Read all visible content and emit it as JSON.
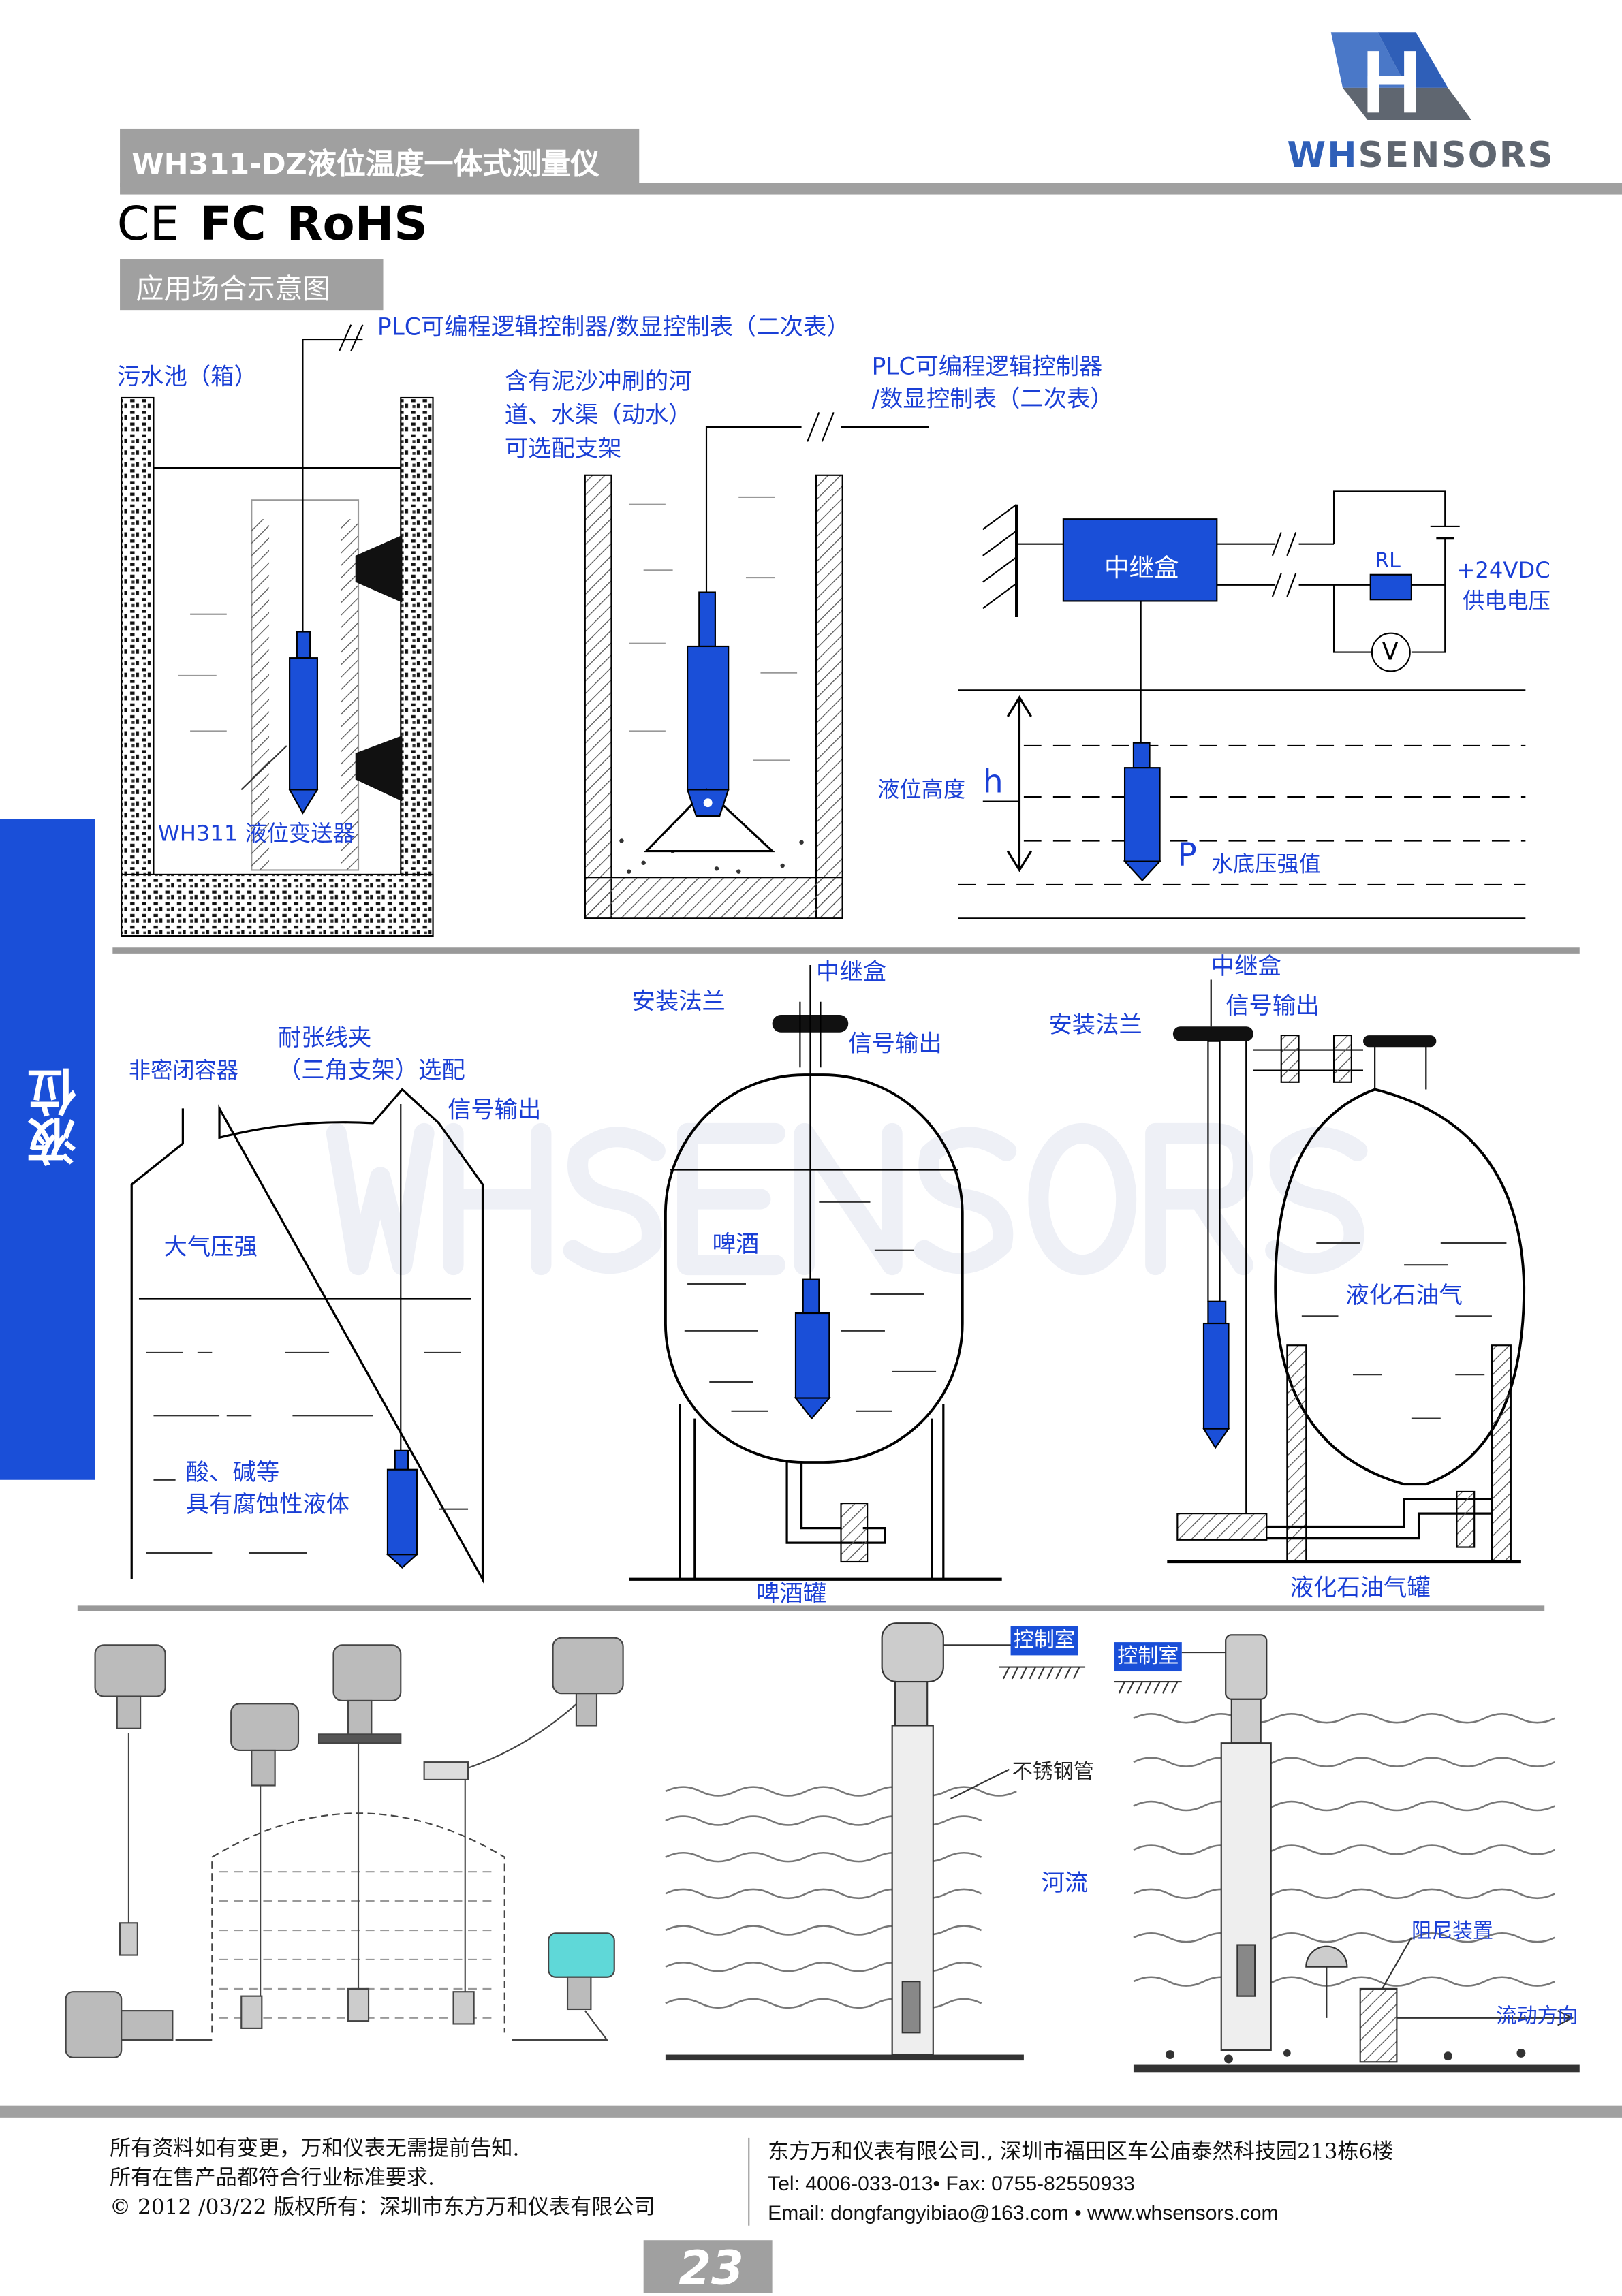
{
  "header": {
    "title": "WH311-DZ液位温度一体式测量仪",
    "logo_text_wh": "WH",
    "logo_text_sensors": "SENSORS",
    "certifications": [
      "CE",
      "FC",
      "RoHS"
    ],
    "section_title": "应用场合示意图"
  },
  "side_tab": {
    "label": "液位",
    "color": "#1a4fd8"
  },
  "watermark": "WHSENSORS",
  "diagram1": {
    "plc_label": "PLC可编程逻辑控制器/数显控制表（二次表）",
    "sewage_label": "污水池（箱）",
    "sensor_label": "WH311 液位变送器",
    "river_lines": [
      "含有泥沙冲刷的河",
      "道、水渠（动水）",
      "可选配支架"
    ],
    "plc2_lines": [
      "PLC可编程逻辑控制器",
      "/数显控制表（二次表）"
    ],
    "relay_box": "中继盒",
    "rl": "RL",
    "supply_voltage": "+24VDC",
    "supply_label": "供电电压",
    "voltmeter": "V",
    "level_height": "液位高度",
    "h": "h",
    "p": "P",
    "bottom_pressure": "水底压强值"
  },
  "diagram2": {
    "unsealed_container": "非密闭容器",
    "tension_clamp": "耐张线夹",
    "tripod_optional": "（三角支架）选配",
    "signal_output_1": "信号输出",
    "atmospheric_pressure": "大气压强",
    "corrosive_lines": [
      "酸、碱等",
      "具有腐蚀性液体"
    ],
    "flange_1": "安装法兰",
    "relay_box_1": "中继盒",
    "signal_output_2": "信号输出",
    "beer": "啤酒",
    "beer_tank": "啤酒罐",
    "relay_box_2": "中继盒",
    "signal_output_3": "信号输出",
    "flange_2": "安装法兰",
    "lpg": "液化石油气",
    "lpg_tank": "液化石油气罐"
  },
  "diagram3": {
    "control_room_1": "控制室",
    "control_room_2": "控制室",
    "stainless_pipe": "不锈钢管",
    "river": "河流",
    "damper": "阻尼装置",
    "flow_direction": "流动方向"
  },
  "footer": {
    "left_lines": [
      "所有资料如有变更，万和仪表无需提前告知.",
      "所有在售产品都符合行业标准要求.",
      "© 2012 /03/22  版权所有：深圳市东方万和仪表有限公司"
    ],
    "right_lines": [
      "东方万和仪表有限公司., 深圳市福田区车公庙泰然科技园213栋6楼",
      "Tel: 4006-033-013• Fax: 0755-82550933",
      "Email: dongfangyibiao@163.com • www.whsensors.com"
    ],
    "page_number": "23"
  }
}
